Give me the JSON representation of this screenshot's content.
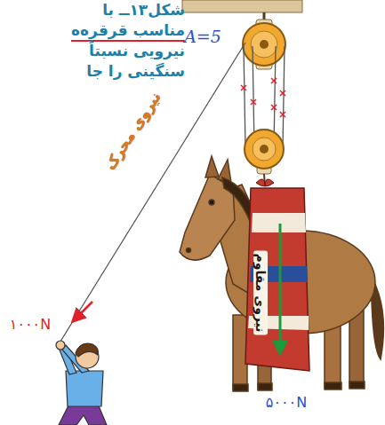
{
  "diagram": {
    "labels": [
      "شکل۱۳ــ با",
      "مناسب قرقره‌ه",
      "نیرویی نسبتاً",
      "سنگینی را جا",
      "A=5",
      "نیروی محرک",
      "۱۰۰۰N",
      "نیروی مقاوم",
      "۵۰۰۰N"
    ]
  }
}
